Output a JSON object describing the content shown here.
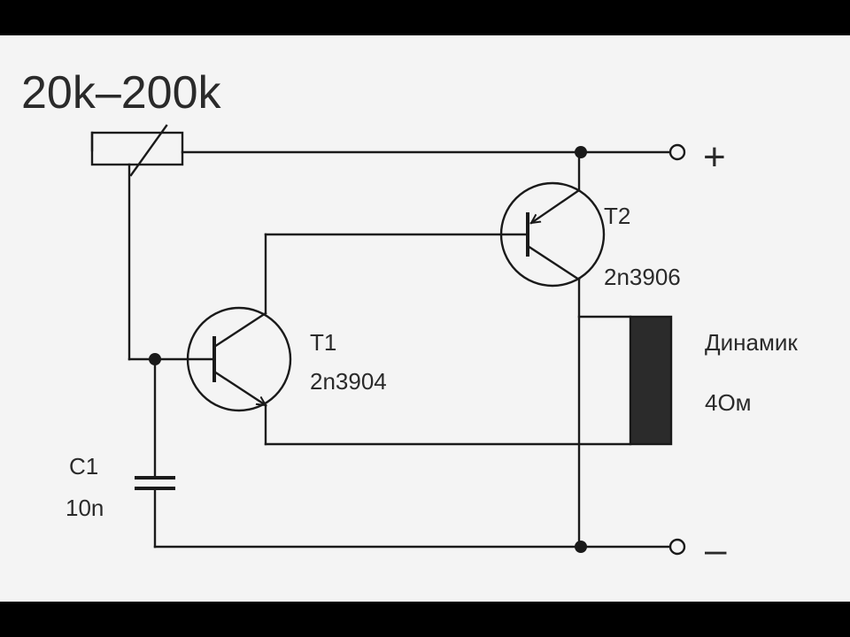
{
  "resistor": {
    "label": "20k–200k"
  },
  "terminals": {
    "plus": "+",
    "minus": "–"
  },
  "t1": {
    "name": "T1",
    "part": "2n3904"
  },
  "t2": {
    "name": "T2",
    "part": "2n3906"
  },
  "speaker": {
    "name": "Динамик",
    "impedance": "4Ом"
  },
  "c1": {
    "name": "C1",
    "value": "10n"
  }
}
